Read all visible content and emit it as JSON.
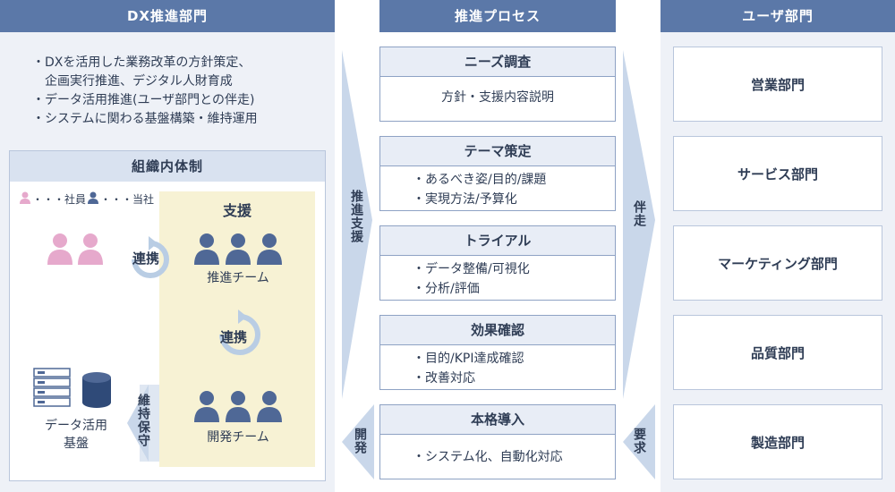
{
  "left": {
    "header": "DX推進部門",
    "bullets": [
      "・DXを活用した業務改革の方針策定、",
      "企画実行推進、デジタル人財育成",
      "・データ活用推進(ユーザ部門との伴走)",
      "・システムに関わる基盤構築・維持運用"
    ],
    "org_title": "組織内体制",
    "legend_employee": "・・・社員",
    "legend_company": "・・・当社",
    "support_title": "支援",
    "renkei_left": "連携",
    "renkei_center": "連携",
    "promo_team": "推進チーム",
    "dev_team": "開発チーム",
    "data_platform_line1": "データ活用",
    "data_platform_line2": "基盤",
    "maintain": "維持保守"
  },
  "center": {
    "header": "推進プロセス",
    "arrow_promote": "推進支援",
    "arrow_develop": "開発",
    "steps": [
      {
        "title": "ニーズ調査",
        "lines": [
          "方針・支援内容説明"
        ]
      },
      {
        "title": "テーマ策定",
        "lines": [
          "・あるべき姿/目的/課題",
          "・実現方法/予算化"
        ]
      },
      {
        "title": "トライアル",
        "lines": [
          "・データ整備/可視化",
          "・分析/評価"
        ]
      },
      {
        "title": "効果確認",
        "lines": [
          "・目的/KPI達成確認",
          "・改善対応"
        ]
      },
      {
        "title": "本格導入",
        "lines": [
          "・システム化、自動化対応"
        ]
      }
    ]
  },
  "right": {
    "header": "ユーザ部門",
    "arrow_accompany": "伴走",
    "arrow_request": "要求",
    "departments": [
      "営業部門",
      "サービス部門",
      "マーケティング部門",
      "品質部門",
      "製造部門"
    ]
  },
  "colors": {
    "header": "#5b78a8",
    "panel": "#eef1f7",
    "employee": "#e6a9cc",
    "company": "#4f6896",
    "support_bg": "#f7f2d4",
    "arrow": "#c9d7ea"
  }
}
